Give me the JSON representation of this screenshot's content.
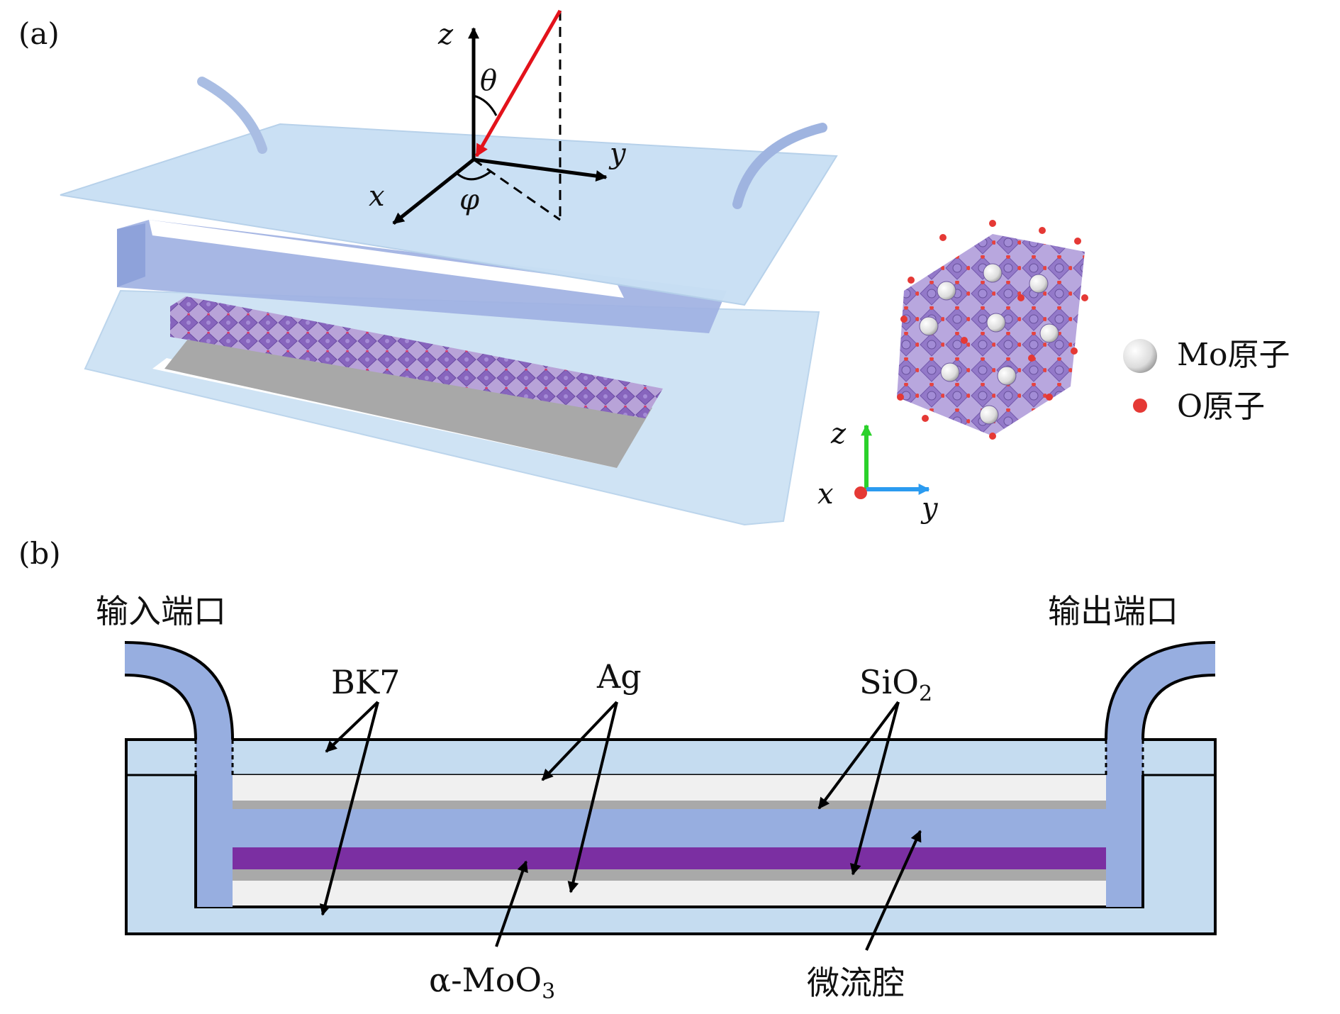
{
  "panel_a": {
    "label": "(a)",
    "axes": {
      "z": "z",
      "x": "x",
      "y": "y",
      "theta": "θ",
      "phi": "φ"
    },
    "inset_axes": {
      "z": "z",
      "x": "x",
      "y": "y"
    },
    "legend": [
      {
        "label": "Mo原子",
        "marker": "sphere",
        "color": "#e8e8e8"
      },
      {
        "label": "O原子",
        "marker": "dot",
        "color": "#e53935"
      }
    ],
    "colors": {
      "glass": "#c7def2",
      "cavity": "#9aaee0",
      "crystal": "#8a6bc0",
      "incident_ray": "#e3121b"
    }
  },
  "panel_b": {
    "label": "(b)",
    "port_in": "输入端口",
    "port_out": "输出端口",
    "labels": {
      "bk7": "BK7",
      "ag": "Ag",
      "sio2_main": "SiO",
      "sio2_sub": "2",
      "moo3_prefix": "α-MoO",
      "moo3_sub": "3",
      "cavity": "微流腔"
    },
    "colors": {
      "bk7": "#c5dcf0",
      "ag": "#f0f0f0",
      "sio2": "#a9a9a9",
      "channel": "#97aee0",
      "moo3": "#7b2fa2"
    }
  }
}
